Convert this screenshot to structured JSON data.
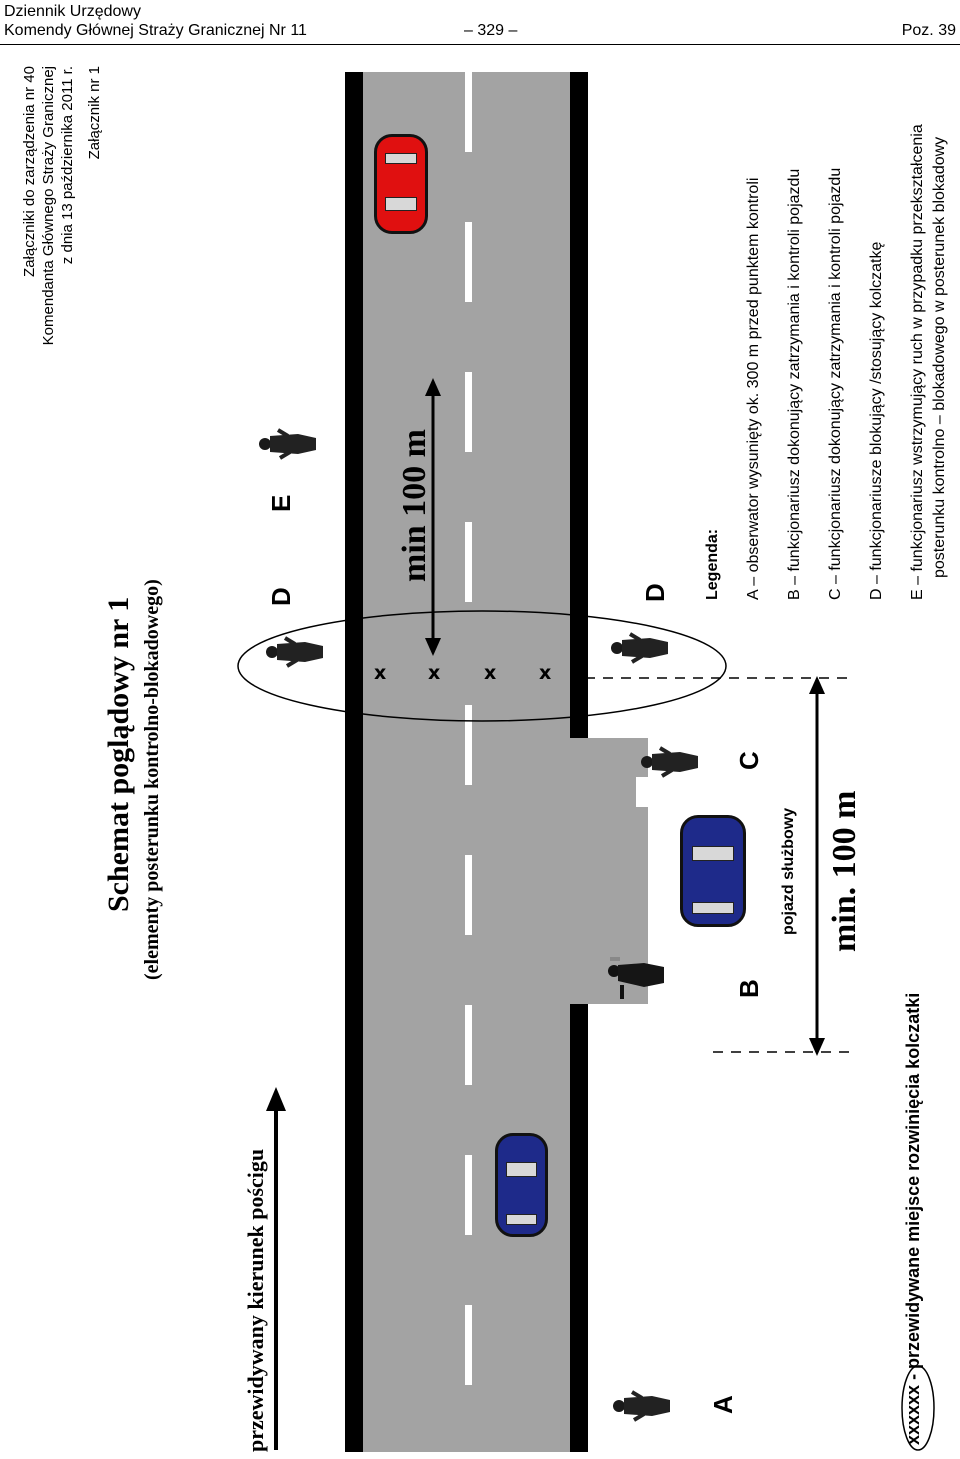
{
  "header": {
    "journal_line1": "Dziennik Urzędowy",
    "journal_line2": "Komendy Głównej Straży Granicznej Nr 11",
    "page_number": "– 329 –",
    "position": "Poz. 39"
  },
  "attachment": {
    "line1": "Załączniki do zarządzenia nr 40",
    "line2": "Komendanta Głównego Straży Granicznej",
    "line3": "z dnia 13 października 2011 r.",
    "annex": "Załącznik nr 1"
  },
  "schema": {
    "title": "Schemat poglądowy nr 1",
    "subtitle": "(elementy posterunku kontrolno-blokadowego)",
    "pursuit_direction": "przewidywany kierunek pościgu",
    "spike_strip_note": "xxxxxx - przewidywane miejsce rozwinięcia kolczatki",
    "distance_top": "min 100 m",
    "distance_bottom": "min. 100 m",
    "service_vehicle": "pojazd służbowy",
    "spike_marks": [
      "x",
      "x",
      "x",
      "x"
    ],
    "position_labels": {
      "a": "A",
      "b": "B",
      "c": "C",
      "d_top": "D",
      "e": "E",
      "d_bottom": "D"
    }
  },
  "legend": {
    "title": "Legenda:",
    "items": [
      "A – obserwator wysunięty ok. 300 m przed punktem kontroli",
      "B – funkcjonariusz dokonujący zatrzymania i kontroli pojazdu",
      "C – funkcjonariusz dokonujący zatrzymania i kontroli pojazdu",
      "D – funkcjonariusze blokujący /stosujący kolczatkę",
      "E – funkcjonariusz wstrzymujący ruch w przypadku przekształcenia"
    ],
    "item_e_cont": "posterunku kontrolno – blokadowego w posterunek blokadowy"
  },
  "colors": {
    "road": "#a3a3a3",
    "curb": "#000000",
    "lane_mark": "#ffffff",
    "car_red": "#e01010",
    "car_blue": "#1e2a8a"
  }
}
